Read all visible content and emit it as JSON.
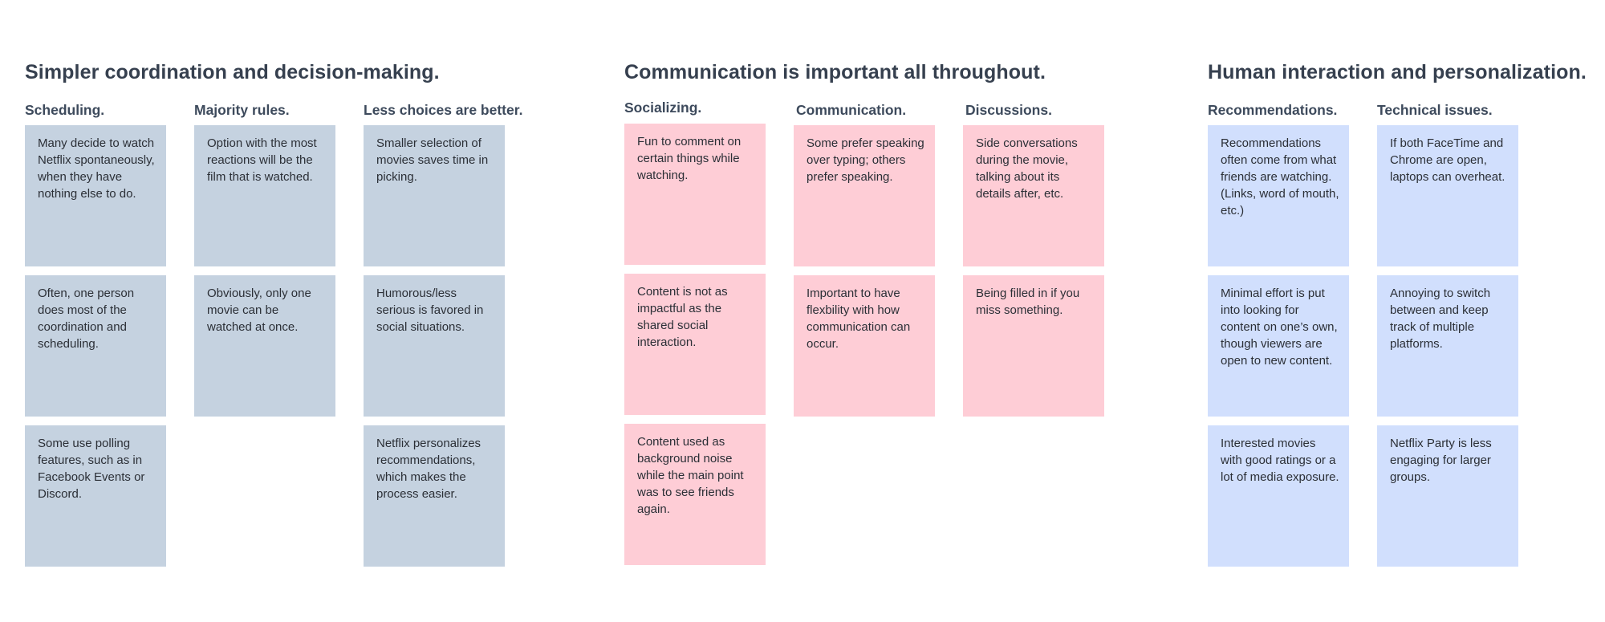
{
  "groups": [
    {
      "title": "Simpler coordination and decision-making.",
      "color": "#c5d2e0",
      "columns": [
        {
          "label": "Scheduling.",
          "notes": [
            "Many decide to watch Netflix spontaneously, when they have nothing else to do.",
            "Often, one person does most of the coordination and scheduling.",
            "Some use polling features, such as in Facebook Events or Discord."
          ]
        },
        {
          "label": "Majority rules.",
          "notes": [
            "Option with the most reactions will be the film that is watched.",
            "Obviously, only one movie can be watched at once."
          ]
        },
        {
          "label": "Less choices are better.",
          "notes": [
            "Smaller selection of movies saves time in picking.",
            "Humorous/less serious is favored in social situations.",
            "Netflix personalizes recommendations, which makes the process easier."
          ]
        }
      ]
    },
    {
      "title": "Communication is important all throughout.",
      "color": "#fecdd6",
      "columns": [
        {
          "label": "Socializing.",
          "notes": [
            "Fun to comment on certain things while watching.",
            "Content is not as impactful as the shared social interaction.",
            "Content used as background noise while the main point was to see friends again."
          ]
        },
        {
          "label": "Communication.",
          "notes": [
            "Some prefer speaking over typing; others prefer speaking.",
            "Important to have flexbility with how communication can occur."
          ]
        },
        {
          "label": "Discussions.",
          "notes": [
            "Side conversations during the movie, talking about its details after, etc.",
            "Being filled in if you miss something."
          ]
        }
      ]
    },
    {
      "title": "Human interaction and personalization.",
      "color": "#d1dffd",
      "columns": [
        {
          "label": "Recommendations.",
          "notes": [
            "Recommendations often come from what friends are watching. (Links, word of mouth, etc.)",
            "Minimal effort is put into looking for content on one’s own, though viewers are open to new content.",
            "Interested movies with good ratings or a lot of media exposure."
          ]
        },
        {
          "label": "Technical issues.",
          "notes": [
            "If both FaceTime and Chrome are open, laptops can overheat.",
            "Annoying to switch between and keep track of multiple platforms.",
            "Netflix Party is less engaging for larger groups."
          ]
        }
      ]
    }
  ]
}
